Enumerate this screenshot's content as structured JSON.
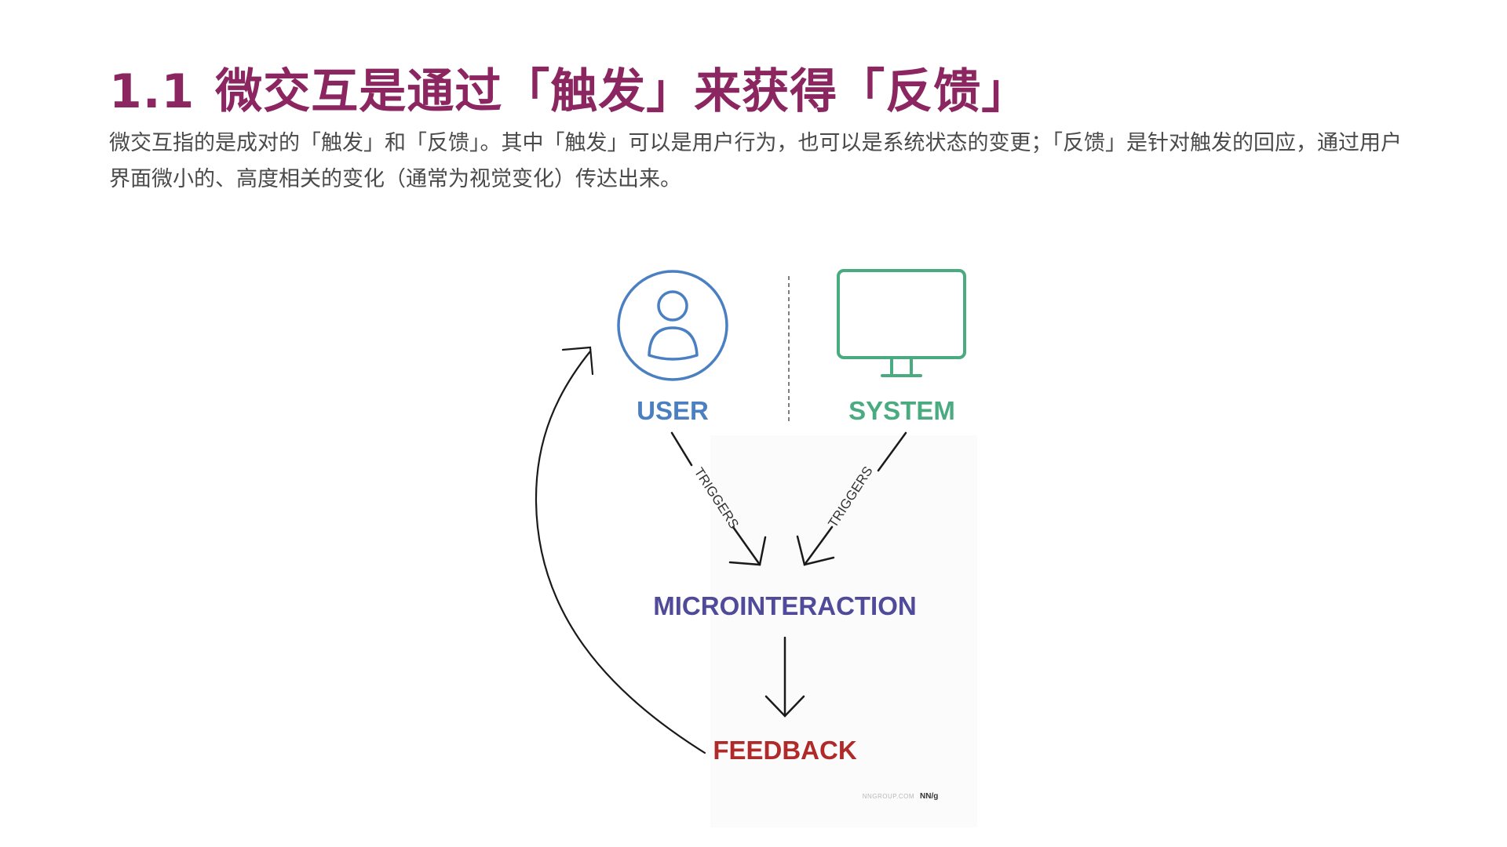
{
  "heading": {
    "number": "1.1",
    "text": "微交互是通过「触发」来获得「反馈」"
  },
  "description": "微交互指的是成对的「触发」和「反馈」。其中「触发」可以是用户行为，也可以是系统状态的变更；「反馈」是针对触发的回应，通过用户界面微小的、高度相关的变化（通常为视觉变化）传达出来。",
  "diagram": {
    "nodes": {
      "user": {
        "label": "USER",
        "icon": "user-icon",
        "color": "#4a7fc1"
      },
      "system": {
        "label": "SYSTEM",
        "icon": "monitor-icon",
        "color": "#4aab80"
      },
      "microinteraction": {
        "label": "MICROINTERACTION",
        "color": "#4f4a9a"
      },
      "feedback": {
        "label": "FEEDBACK",
        "color": "#b02a2a"
      }
    },
    "edges": [
      {
        "from": "USER",
        "to": "MICROINTERACTION",
        "label": "TRIGGERS"
      },
      {
        "from": "SYSTEM",
        "to": "MICROINTERACTION",
        "label": "TRIGGERS"
      },
      {
        "from": "MICROINTERACTION",
        "to": "FEEDBACK",
        "label": ""
      },
      {
        "from": "FEEDBACK",
        "to": "USER",
        "label": ""
      }
    ],
    "watermark": {
      "site": "NNGROUP.COM",
      "logo": "NN/g"
    }
  }
}
